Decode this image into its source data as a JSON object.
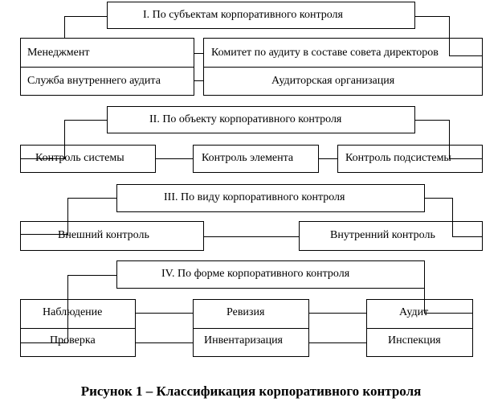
{
  "groups": [
    {
      "title": "I. По субъектам корпоративного контроля",
      "items": [
        "Менеджмент",
        "Служба внутреннего аудита",
        "Комитет по аудиту в составе совета директоров",
        "Аудиторская организация"
      ]
    },
    {
      "title": "II. По объекту корпоративного контроля",
      "items": [
        "Контроль системы",
        "Контроль элемента",
        "Контроль подсистемы"
      ]
    },
    {
      "title": "III. По виду корпоративного контроля",
      "items": [
        "Внешний контроль",
        "Внутренний контроль"
      ]
    },
    {
      "title": "IV. По форме корпоративного контроля",
      "items": [
        "Наблюдение",
        "Проверка",
        "Ревизия",
        "Инвентаризация",
        "Аудит",
        "Инспекция"
      ]
    }
  ],
  "caption": "Рисунок 1 – Классификация корпоративного контроля"
}
